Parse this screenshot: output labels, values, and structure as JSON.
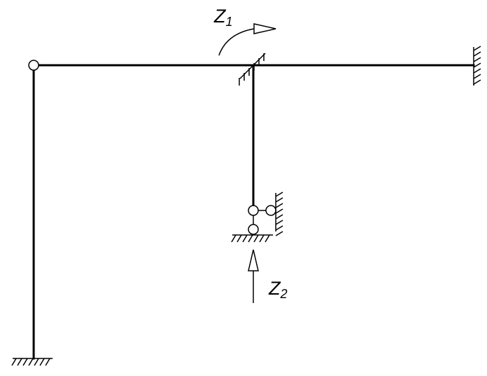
{
  "diagram": {
    "colors": {
      "ink": "#000000",
      "background": "#ffffff"
    },
    "labels": {
      "z1": {
        "main": "Z",
        "sub": "1"
      },
      "z2": {
        "main": "Z",
        "sub": "2"
      }
    }
  }
}
